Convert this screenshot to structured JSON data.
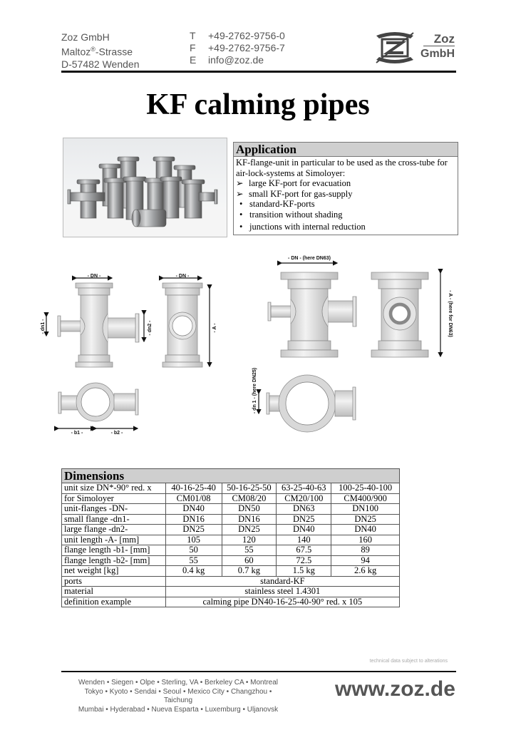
{
  "header": {
    "company": "Zoz GmbH",
    "street_prefix": "Maltoz",
    "street_reg": "®",
    "street_suffix": "-Strasse",
    "city": "D-57482 Wenden",
    "phone_label": "T",
    "phone": "+49-2762-9756-0",
    "fax_label": "F",
    "fax": "+49-2762-9756-7",
    "email_label": "E",
    "email": "info@zoz.de",
    "logo_top": "Zoz",
    "logo_bottom": "GmbH"
  },
  "title": "KF calming pipes",
  "application": {
    "heading": "Application",
    "intro": "KF-flange-unit in particular to be used as the cross-tube for air-lock-systems at Simoloyer:",
    "arrow_items": [
      "large KF-port for evacuation",
      "small KF-port for gas-supply"
    ],
    "bullet_items": [
      "standard-KF-ports",
      "transition without shading",
      "junctions with internal reduction"
    ],
    "arrow_glyph": "➢",
    "bullet_glyph": "•"
  },
  "diagrams": {
    "left_front": {
      "dn": "- DN -",
      "dn1": "- dn1 -",
      "dn2": "- dn2 -"
    },
    "left_side": {
      "dn": "- DN -",
      "a": "- A -"
    },
    "left_top": {
      "b1": "- b1 -",
      "b2": "- b2 -"
    },
    "right_front": {
      "dn": "- DN - (here DN63)"
    },
    "right_side": {
      "a": "- A - (here for DN63)"
    },
    "right_top": {
      "dn1": "- dn 1 - (here DN25)"
    }
  },
  "dimensions": {
    "heading": "Dimensions",
    "rows": [
      {
        "label": "unit size DN*-90° red. x",
        "values": [
          "40-16-25-40",
          "50-16-25-50",
          "63-25-40-63",
          "100-25-40-100"
        ]
      },
      {
        "label": "for Simoloyer",
        "values": [
          "CM01/08",
          "CM08/20",
          "CM20/100",
          "CM400/900"
        ]
      },
      {
        "label": "unit-flanges -DN-",
        "values": [
          "DN40",
          "DN50",
          "DN63",
          "DN100"
        ]
      },
      {
        "label": "small flange -dn1-",
        "values": [
          "DN16",
          "DN16",
          "DN25",
          "DN25"
        ]
      },
      {
        "label": "large flange -dn2-",
        "values": [
          "DN25",
          "DN25",
          "DN40",
          "DN40"
        ]
      },
      {
        "label": "unit length -A- [mm]",
        "values": [
          "105",
          "120",
          "140",
          "160"
        ]
      },
      {
        "label": "flange length -b1- [mm]",
        "values": [
          "50",
          "55",
          "67.5",
          "89"
        ]
      },
      {
        "label": "flange length -b2- [mm]",
        "values": [
          "55",
          "60",
          "72.5",
          "94"
        ]
      },
      {
        "label": "net weight [kg]",
        "values": [
          "0.4 kg",
          "0.7 kg",
          "1.5 kg",
          "2.6 kg"
        ]
      }
    ],
    "spanning_rows": [
      {
        "label": "ports",
        "value": "standard-KF"
      },
      {
        "label": "material",
        "value": "stainless steel 1.4301"
      },
      {
        "label": "definition example",
        "value": "calming pipe DN40-16-25-40-90° red. x 105"
      }
    ]
  },
  "footer": {
    "note": "technical data subject to alterations",
    "cities": [
      "Wenden • Siegen • Olpe • Sterling, VA • Berkeley CA • Montreal",
      "Tokyo • Kyoto • Sendai • Seoul • Mexico City • Changzhou • Taichung",
      "Mumbai • Hyderabad • Nueva Esparta • Luxemburg • Uljanovsk"
    ],
    "website": "www.zoz.de"
  }
}
